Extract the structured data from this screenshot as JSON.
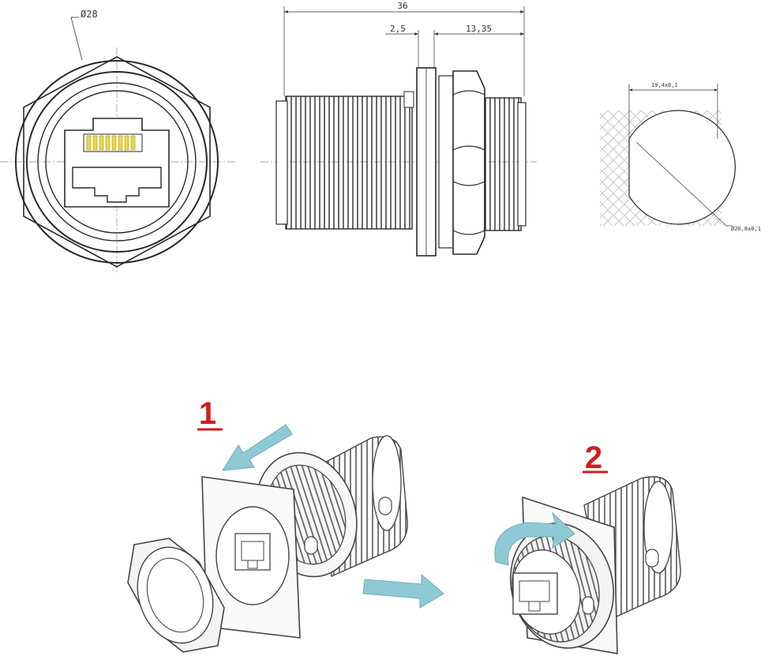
{
  "front_view": {
    "diameter_label": "Ø28"
  },
  "side_view": {
    "overall_length_label": "36",
    "flange_thickness_label": "2,5",
    "nut_to_end_label": "13,35"
  },
  "panel_cutout": {
    "flat_width_label": "19,4±0,1",
    "hole_diameter_label": "Ø20,8±0,1"
  },
  "steps": [
    {
      "number": "1"
    },
    {
      "number": "2"
    }
  ],
  "colors": {
    "line": "#2a2a2a",
    "hatch": "#c9c9c9",
    "contacts": "#e8d84a",
    "step_red": "#d01e1e",
    "arrow_blue": "#8fcad4"
  }
}
